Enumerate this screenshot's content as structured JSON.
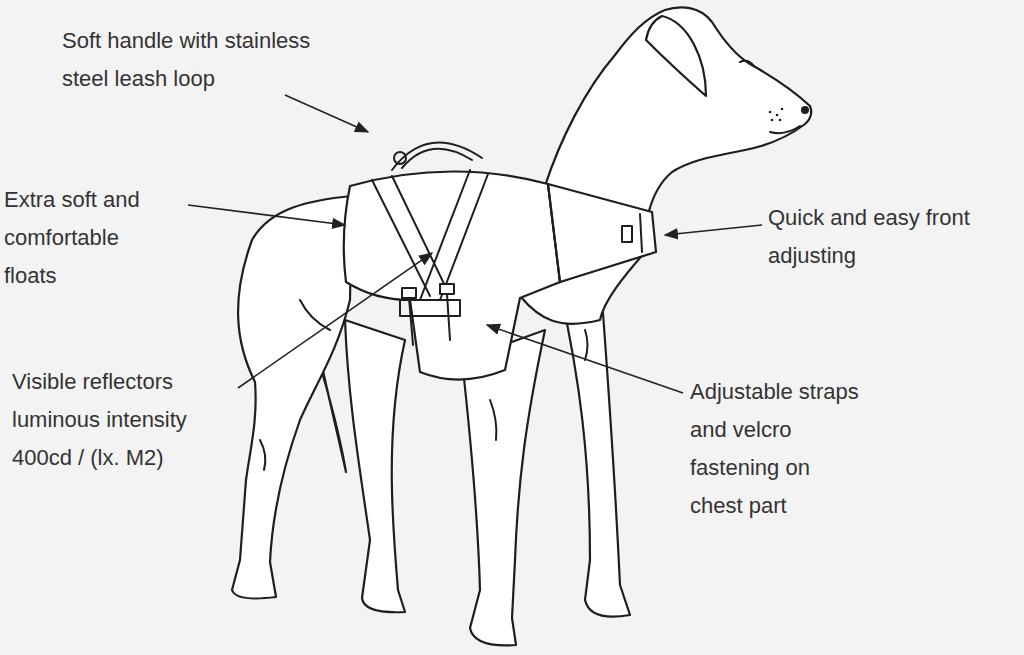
{
  "diagram": {
    "labels": [
      "Soft handle with stainless steel leash loop",
      "Extra soft and comfortable floats",
      "Visible reflectors luminous intensity 400cd / (lx. M2)",
      "Quick and easy front adjusting",
      "Adjustable straps and velcro fastening on chest part"
    ]
  }
}
